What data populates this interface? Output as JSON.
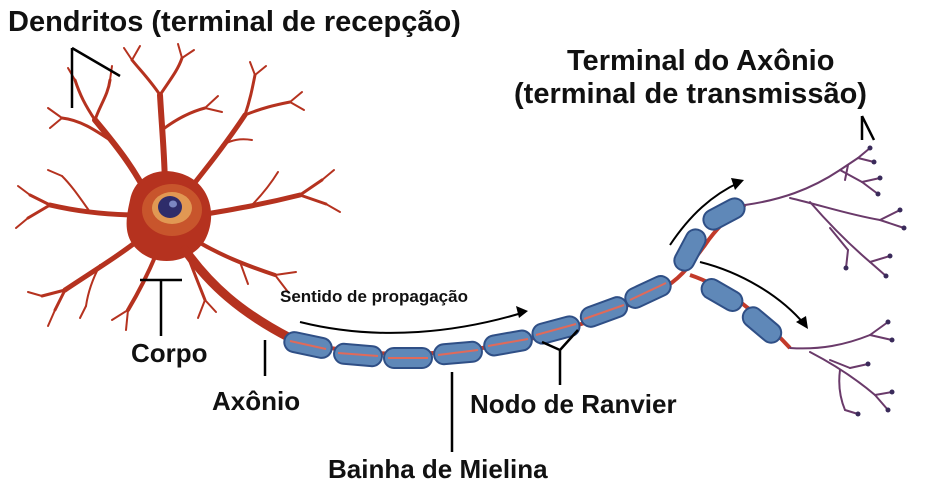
{
  "labels": {
    "dendrites": "Dendritos (terminal de recepção)",
    "axon_terminal_line1": "Terminal do Axônio",
    "axon_terminal_line2": "(terminal de transmissão)",
    "propagation": "Sentido de propagação",
    "body": "Corpo",
    "axon": "Axônio",
    "ranvier_node": "Nodo de Ranvier",
    "myelin_sheath": "Bainha de Mielina"
  },
  "colors": {
    "neuron_body": "#b5321f",
    "neuron_highlight": "#e5a45a",
    "nucleus": "#2e2c6a",
    "myelin": "#5f88b8",
    "myelin_edge": "#2f4f86",
    "axon_core": "#c23a2a",
    "terminal_branch": "#6a3a6a",
    "pointer": "#000000"
  },
  "icons": {
    "propagation_arrow": "arrow-right-icon"
  }
}
